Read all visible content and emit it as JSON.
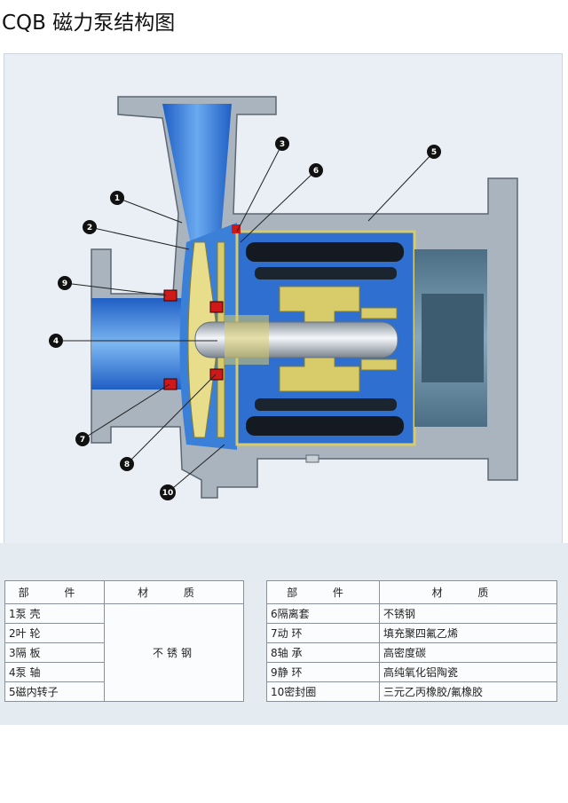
{
  "title": "CQB 磁力泵结构图",
  "colors": {
    "panel_bg": "#e9eff5",
    "housing": "#a9b4be",
    "fluid_blue": "#2f74d6",
    "fluid_light": "#8fbff0",
    "magnet_black": "#141a22",
    "gasket_red": "#d01818",
    "bearing_yellow": "#d8cc6a",
    "callout_black": "#111111"
  },
  "callouts": [
    "1",
    "2",
    "3",
    "4",
    "5",
    "6",
    "7",
    "8",
    "9",
    "10"
  ],
  "table_left": {
    "headers": [
      "部 件",
      "材 质"
    ],
    "rows": [
      {
        "part": "1泵 壳"
      },
      {
        "part": "2叶 轮"
      },
      {
        "part": "3隔 板"
      },
      {
        "part": "4泵 轴"
      },
      {
        "part": "5磁内转子"
      }
    ],
    "shared_material": "不锈钢"
  },
  "table_right": {
    "headers": [
      "部 件",
      "材 质"
    ],
    "rows": [
      {
        "part": "6隔离套",
        "material": "不锈钢"
      },
      {
        "part": "7动 环",
        "material": "填充聚四氟乙烯"
      },
      {
        "part": "8轴 承",
        "material": "高密度碳"
      },
      {
        "part": "9静 环",
        "material": "高纯氧化铝陶瓷"
      },
      {
        "part": "10密封圈",
        "material": "三元乙丙橡胶/氟橡胶"
      }
    ]
  }
}
